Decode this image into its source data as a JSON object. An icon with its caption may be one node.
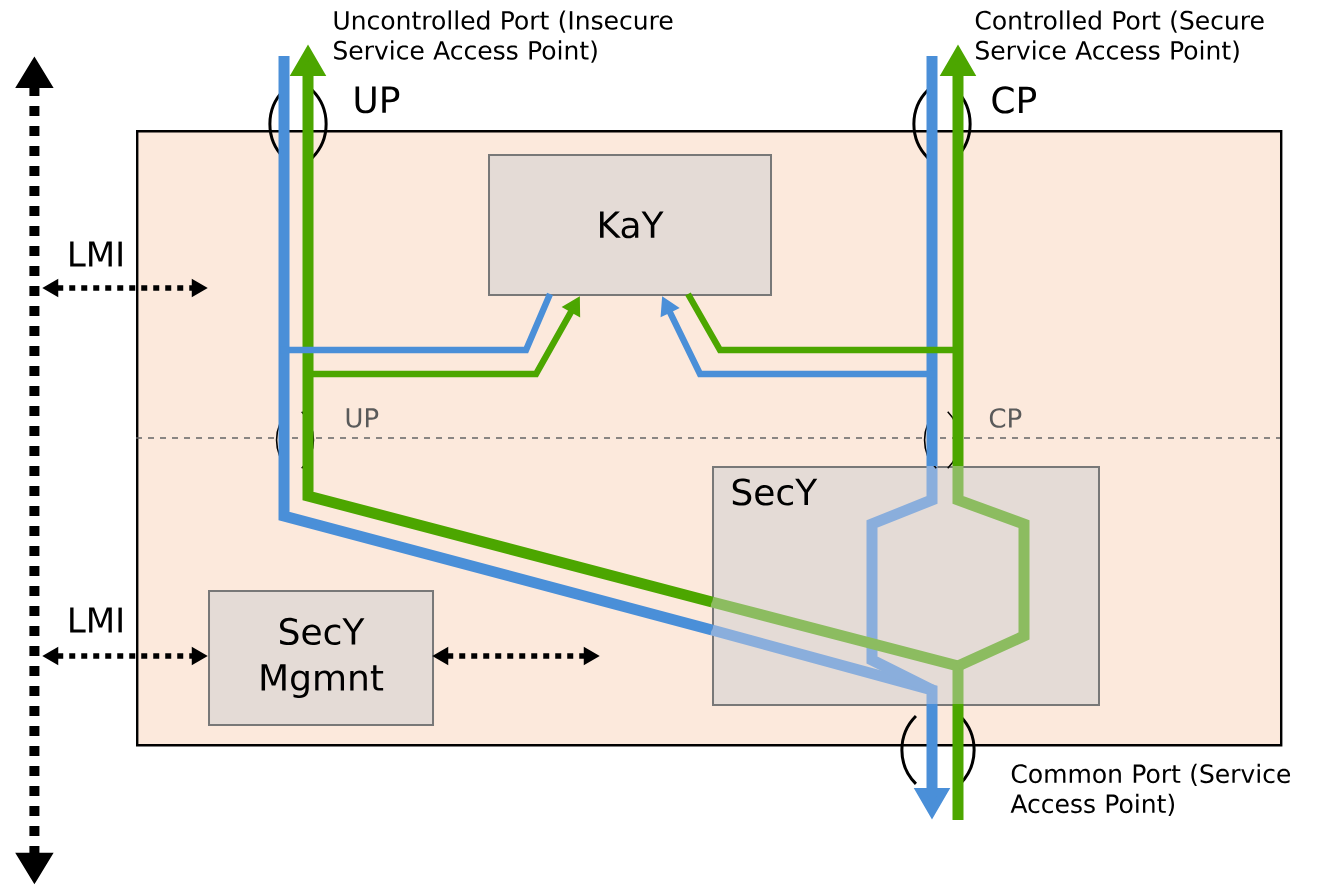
{
  "diagram": {
    "nodes": [
      {
        "text": [],
        "shape": "box"
      },
      {
        "text": [
          "KaY"
        ],
        "in": 0
      },
      {
        "text": [
          "SecY"
        ],
        "in": 0
      },
      {
        "text": [
          "SecY Mgmnt"
        ],
        "in": 0
      },
      {
        "text": [
          "Uncontrolled Port (Insecure Service Access Point)"
        ]
      },
      {
        "text": [
          "Controlled Port (Secure Service Access Point)"
        ]
      },
      {
        "text": [],
        "shape": "bar"
      }
    ],
    "edges": [
      {
        "from": 2,
        "to": 4,
        "arrow": "to",
        "color": "#4ca600"
      },
      {
        "from": 4,
        "to": 2,
        "arrow": "none",
        "color": "#4a8fd8"
      },
      {
        "from": 2,
        "to": 5,
        "arrow": "to",
        "color": "#4ca600"
      },
      {
        "from": 5,
        "to": 2,
        "arrow": "none",
        "color": "#4a8fd8"
      },
      {
        "from": 2,
        "to": null,
        "arrow": "to",
        "color": "#4a8fd8"
      },
      {
        "from": null,
        "to": 2,
        "arrow": "none",
        "color": "#4ca600"
      },
      {
        "from": 1,
        "to": null,
        "arrow": "none",
        "color": "#4a8fd8"
      },
      {
        "from": null,
        "to": 1,
        "arrow": "to",
        "color": "#4ca600"
      },
      {
        "from": null,
        "to": 1,
        "arrow": "to",
        "color": "#4a8fd8"
      },
      {
        "from": 1,
        "to": null,
        "arrow": "none",
        "color": "#4ca600"
      },
      {
        "from": 6,
        "to": null,
        "arrow": "both",
        "style": "dashed",
        "color": "#000000",
        "label": "LMI"
      },
      {
        "from": 6,
        "to": 3,
        "arrow": "both",
        "style": "dashed",
        "color": "#000000",
        "label": "LMI"
      },
      {
        "from": 3,
        "to": null,
        "arrow": "both",
        "style": "dashed",
        "color": "#000000"
      }
    ],
    "labels": [
      "UP",
      "CP",
      "UP",
      "CP",
      "Common Port (Service Access Point)"
    ]
  }
}
